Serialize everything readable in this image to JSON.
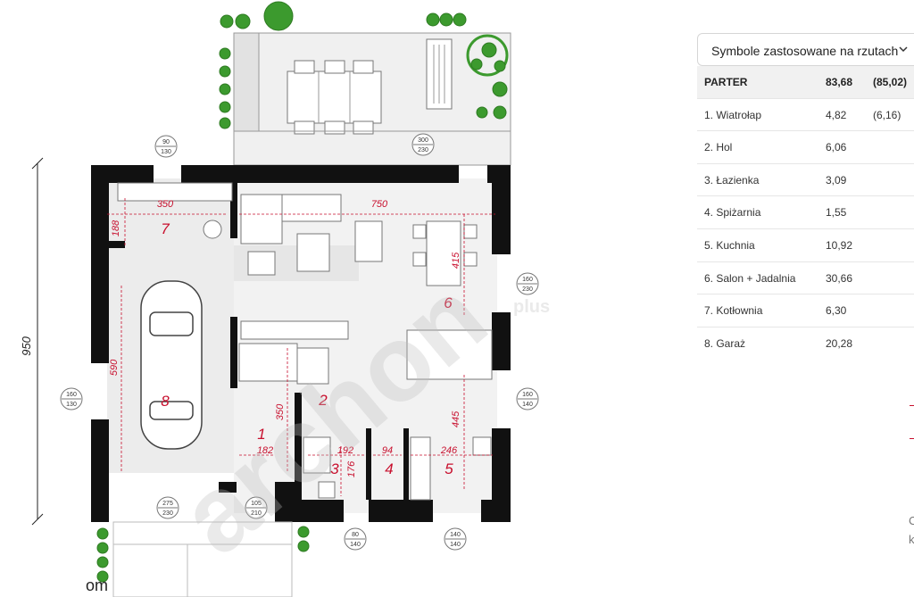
{
  "plan": {
    "rooms": [
      {
        "num": "1"
      },
      {
        "num": "2"
      },
      {
        "num": "3"
      },
      {
        "num": "4"
      },
      {
        "num": "5"
      },
      {
        "num": "6"
      },
      {
        "num": "7"
      },
      {
        "num": "8"
      }
    ],
    "dimensions": [
      "350",
      "750",
      "188",
      "415",
      "590",
      "350",
      "445",
      "182",
      "192",
      "94",
      "246",
      "176"
    ],
    "overall_height": "950",
    "windows": [
      {
        "w": "90",
        "h": "130"
      },
      {
        "w": "300",
        "h": "230"
      },
      {
        "w": "160",
        "h": "230"
      },
      {
        "w": "160",
        "h": "130"
      },
      {
        "w": "160",
        "h": "140"
      },
      {
        "w": "275",
        "h": "230"
      },
      {
        "w": "105",
        "h": "210"
      },
      {
        "w": "80",
        "h": "140"
      },
      {
        "w": "140",
        "h": "140"
      }
    ],
    "watermark": "archon",
    "watermark_suffix": "plus",
    "footer_fragment": "om"
  },
  "panel": {
    "dropdown_label": "Symbole zastosowane na rzutach",
    "header": {
      "name": "PARTER",
      "area": "83,68",
      "alt": "(85,02)"
    },
    "rooms": [
      {
        "name": "1. Wiatrołap",
        "area": "4,82",
        "alt": "(6,16)"
      },
      {
        "name": "2. Hol",
        "area": "6,06",
        "alt": ""
      },
      {
        "name": "3. Łazienka",
        "area": "3,09",
        "alt": ""
      },
      {
        "name": "4. Spiżarnia",
        "area": "1,55",
        "alt": ""
      },
      {
        "name": "5. Kuchnia",
        "area": "10,92",
        "alt": ""
      },
      {
        "name": "6. Salon + Jadalnia",
        "area": "30,66",
        "alt": ""
      },
      {
        "name": "7. Kotłownia",
        "area": "6,30",
        "alt": ""
      },
      {
        "name": "8. Garaż",
        "area": "20,28",
        "alt": ""
      }
    ],
    "corner_text": [
      "C",
      "k"
    ]
  },
  "colors": {
    "accent": "#c8102e",
    "wall": "#111111",
    "tree": "#3c9a2e"
  }
}
